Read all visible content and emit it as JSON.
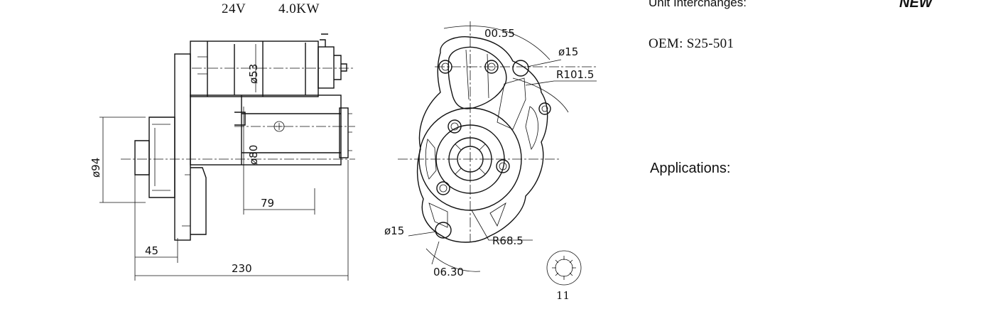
{
  "header": {
    "voltage": "24V",
    "power": "4.0KW",
    "unit_interchanges_label": "Unit Interchanges:",
    "new_badge": "NEW"
  },
  "oem": {
    "text": "OEM: S25-501"
  },
  "applications": {
    "label": "Applications:"
  },
  "side_view": {
    "dims": {
      "d53": "ø53",
      "d80": "ø80",
      "d94": "ø94",
      "len79": "79",
      "len45": "45",
      "len230": "230"
    }
  },
  "front_view": {
    "dims": {
      "angle_top": "00.55",
      "hole_top": "ø15",
      "radius_top": "R101.5",
      "hole_bottom": "ø15",
      "radius_bottom": "R68.5",
      "angle_bottom": "06.30"
    }
  },
  "pinion": {
    "teeth": "11"
  }
}
